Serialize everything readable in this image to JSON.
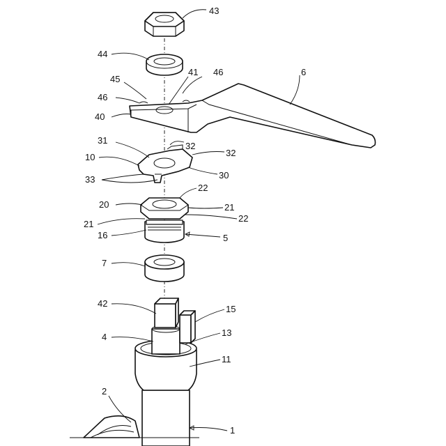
{
  "labels": {
    "l43": "43",
    "l44": "44",
    "l45": "45",
    "l41": "41",
    "l46a": "46",
    "l46b": "46",
    "l6": "6",
    "l40": "40",
    "l31": "31",
    "l32a": "32",
    "l32b": "32",
    "l10": "10",
    "l30": "30",
    "l33": "33",
    "l22a": "22",
    "l20": "20",
    "l21a": "21",
    "l21b": "21",
    "l22b": "22",
    "l16": "16",
    "l5": "5",
    "l7": "7",
    "l42": "42",
    "l15": "15",
    "l4": "4",
    "l13": "13",
    "l11": "11",
    "l2": "2",
    "l1": "1"
  },
  "colors": {
    "line": "#111111",
    "background": "#ffffff"
  }
}
